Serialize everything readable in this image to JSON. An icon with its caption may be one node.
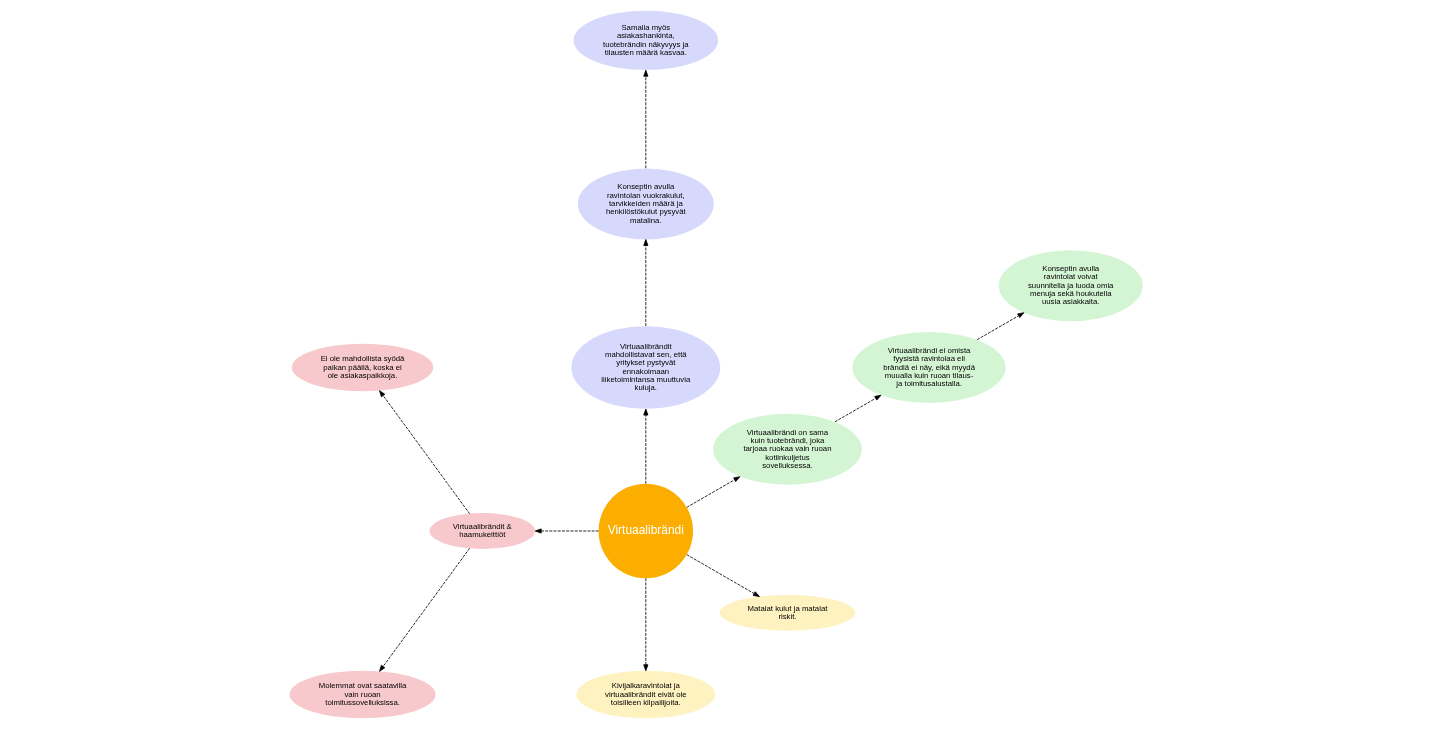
{
  "diagram": {
    "nodes": [
      {
        "text": [
          "Virtuaalibrändi"
        ]
      },
      {
        "text": [
          "Virtuaalibrändi on sama kuin tuotebrändi, joka tarjoaa ruokaa vain ruoan kotiinkuljetus sovelluksessa."
        ]
      },
      {
        "text": [
          "Virtuaalibrändi ei omista fyysistä ravintolaa eli brändiä ei näy, eikä myydä muualla kuin ruoan tilaus- ja toimitusalustalla."
        ]
      },
      {
        "text": [
          "Konseptin avulla ravintolat voivat suunnitella ja luoda omia menuja sekä houkutella uusia asiakkaita."
        ]
      },
      {
        "text": [
          "Virtuaalibrändit mahdollistavat sen, että yritykset pystyvät ennakoimaan liiketoimintansa muuttuvia kuluja."
        ]
      },
      {
        "text": [
          "Konseptin avulla ravintolan vuokrakulut, tarvikkeiden määrä ja henkilöstökulut pysyvät matalina."
        ]
      },
      {
        "text": [
          "Samalla myös asiakashankinta, tuotebrändin näkyvyys ja tilausten määrä kasvaa."
        ]
      },
      {
        "text": [
          "Virtuaalibrändit & haamukeittiöt"
        ]
      },
      {
        "text": [
          "Ei ole mahdollista syödä paikan päällä, koska ei ole asiakaspaikkoja."
        ]
      },
      {
        "text": [
          "Molemmat ovat saatavilla vain ruoan toimitussovelluksissa."
        ]
      },
      {
        "text": [
          "Kivijalkaravintolat ja virtuaalibrändit eivät ole toisilleen kilpailijoita."
        ]
      },
      {
        "text": [
          "Matalat kulut ja matalat riskit."
        ]
      }
    ],
    "edges": [
      {
        "from": 0,
        "to": 1,
        "arrow": "to",
        "style": "dashed"
      },
      {
        "from": 1,
        "to": 2,
        "arrow": "to",
        "style": "dashed"
      },
      {
        "from": 2,
        "to": 3,
        "arrow": "to",
        "style": "dashed"
      },
      {
        "from": 0,
        "to": 4,
        "arrow": "to",
        "style": "dashed"
      },
      {
        "from": 4,
        "to": 5,
        "arrow": "to",
        "style": "dashed"
      },
      {
        "from": 5,
        "to": 6,
        "arrow": "to",
        "style": "dashed"
      },
      {
        "from": 0,
        "to": 7,
        "arrow": "to",
        "style": "dashed"
      },
      {
        "from": 7,
        "to": 8,
        "arrow": "to",
        "style": "dashed"
      },
      {
        "from": 7,
        "to": 9,
        "arrow": "to",
        "style": "dashed"
      },
      {
        "from": 0,
        "to": 10,
        "arrow": "to",
        "style": "dashed"
      },
      {
        "from": 0,
        "to": 11,
        "arrow": "to",
        "style": "dashed"
      }
    ]
  }
}
